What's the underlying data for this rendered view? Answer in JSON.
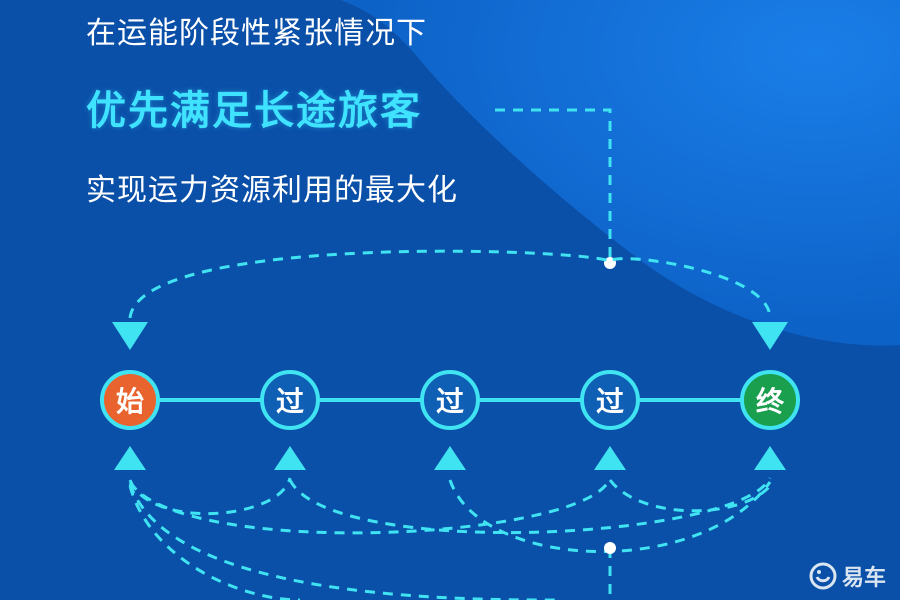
{
  "colors": {
    "background": "#0a4fa8",
    "accent_cyan": "#40e3f2",
    "headline": "#3fe3ff",
    "start_fill": "#e8632d",
    "end_fill": "#1a9f4e",
    "via_fill": "#0f5fb5"
  },
  "text": {
    "line1": "在运能阶段性紧张情况下",
    "line2": "优先满足长途旅客",
    "line3": "实现运力资源利用的最大化"
  },
  "stations": [
    {
      "label": "始",
      "role": "start"
    },
    {
      "label": "过",
      "role": "via"
    },
    {
      "label": "过",
      "role": "via"
    },
    {
      "label": "过",
      "role": "via"
    },
    {
      "label": "终",
      "role": "end"
    }
  ],
  "watermark": {
    "text": "易车",
    "icon": "yiche-logo-icon"
  }
}
